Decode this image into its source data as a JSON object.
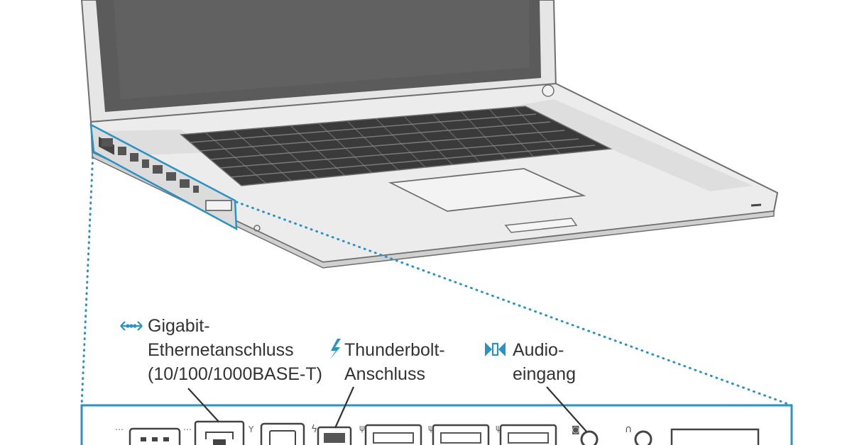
{
  "colors": {
    "accent": "#2a93c4",
    "text": "#333333",
    "outline": "#6e6e6e",
    "screen": "#555555",
    "key": "#2f2f2f",
    "body_light": "#ececec"
  },
  "callouts": {
    "ethernet": {
      "icon": "ethernet-icon",
      "lines": [
        "Gigabit-",
        "Ethernetanschluss",
        "(10/100/1000BASE-T)"
      ]
    },
    "thunderbolt": {
      "icon": "thunderbolt-icon",
      "lines": [
        "Thunderbolt-",
        "Anschluss"
      ]
    },
    "audio_in": {
      "icon": "audio-in-icon",
      "lines": [
        "Audio-",
        "eingang"
      ]
    }
  }
}
